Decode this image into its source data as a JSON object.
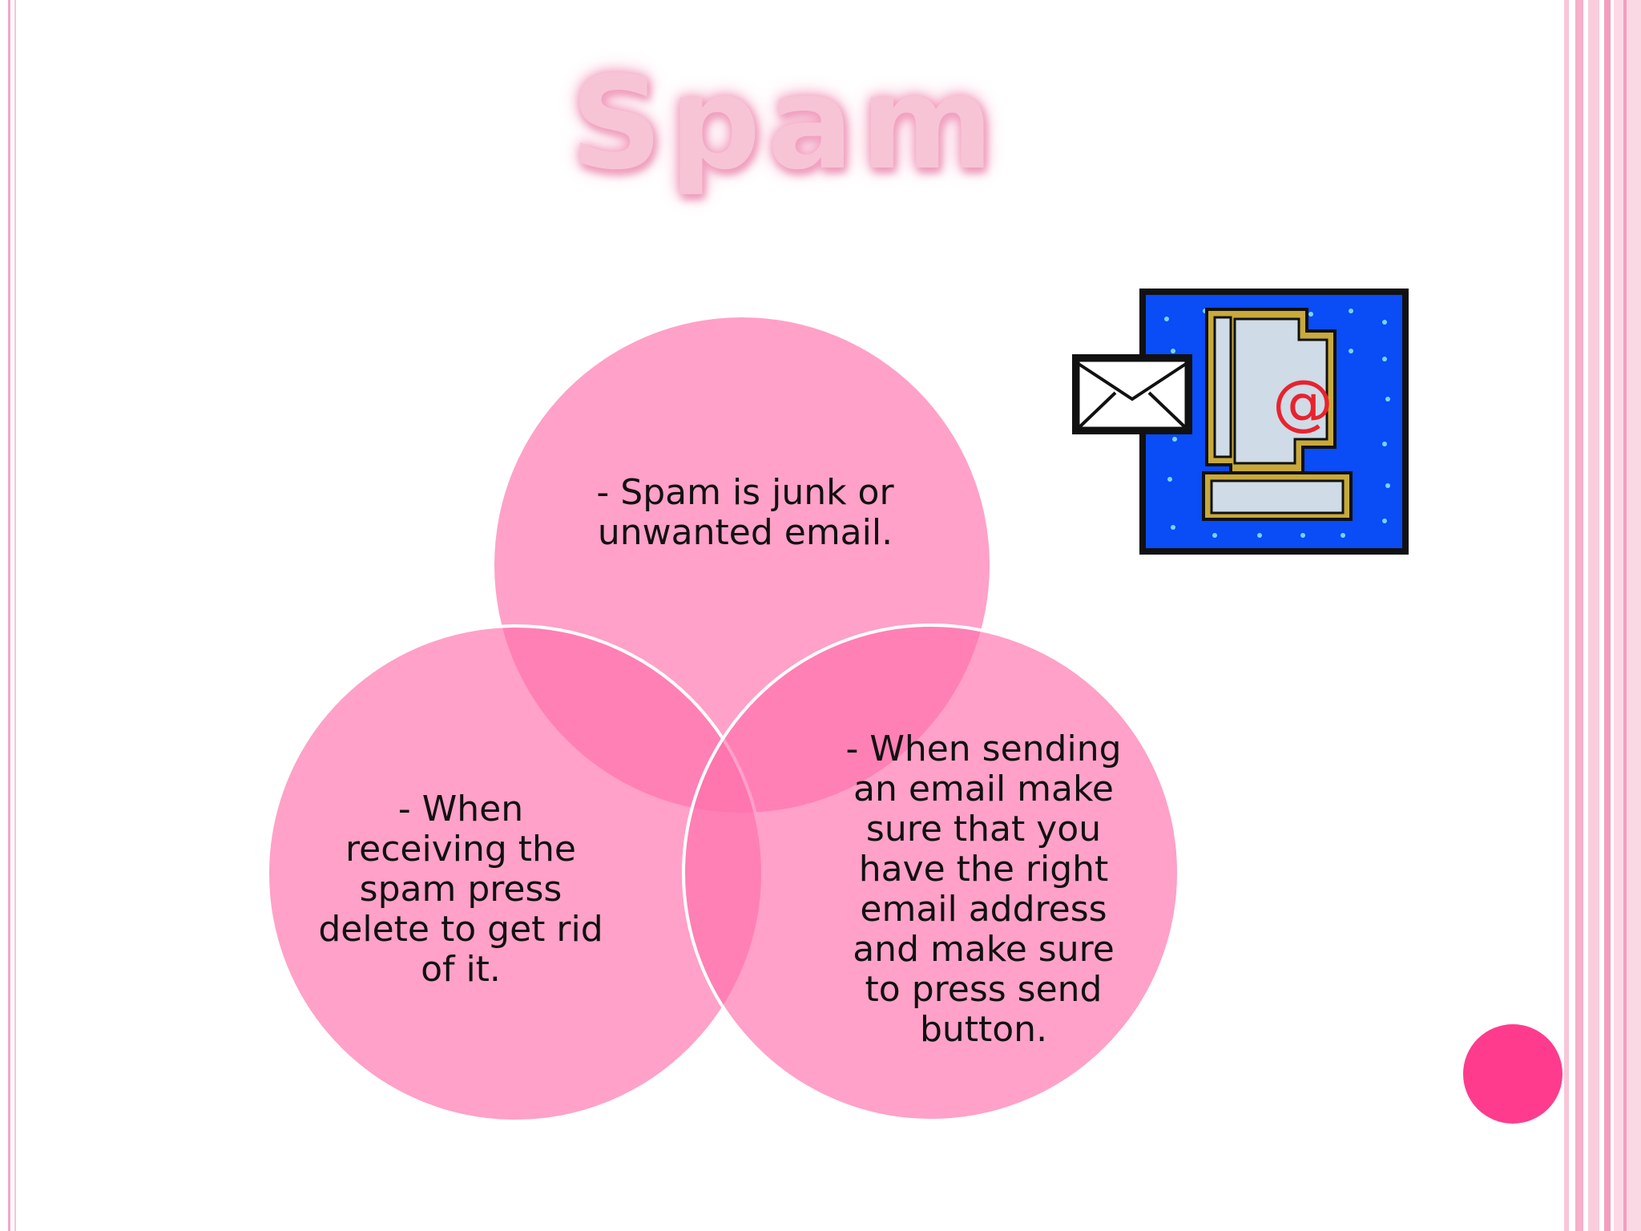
{
  "slide": {
    "title": "Spam"
  },
  "venn": {
    "circles": [
      {
        "id": "top",
        "text": "- Spam is junk or unwanted email."
      },
      {
        "id": "left",
        "text": "- When receiving the spam press delete to get rid of it."
      },
      {
        "id": "right",
        "text": "- When sending an email make sure that you have the right email address and make sure to press send button."
      }
    ],
    "colors": {
      "circle_fill": "#ff6fab",
      "outline": "#ffffff"
    }
  },
  "clipart": {
    "icon": "email-computer-icon",
    "symbol": "@",
    "colors": {
      "background": "#0a4cf5",
      "frame": "#111111",
      "screen": "#cfdbe6",
      "symbol": "#e8232e"
    }
  },
  "decor": {
    "accent_dot_color": "#ff3b8d",
    "border_color": "#f4a6c1"
  }
}
